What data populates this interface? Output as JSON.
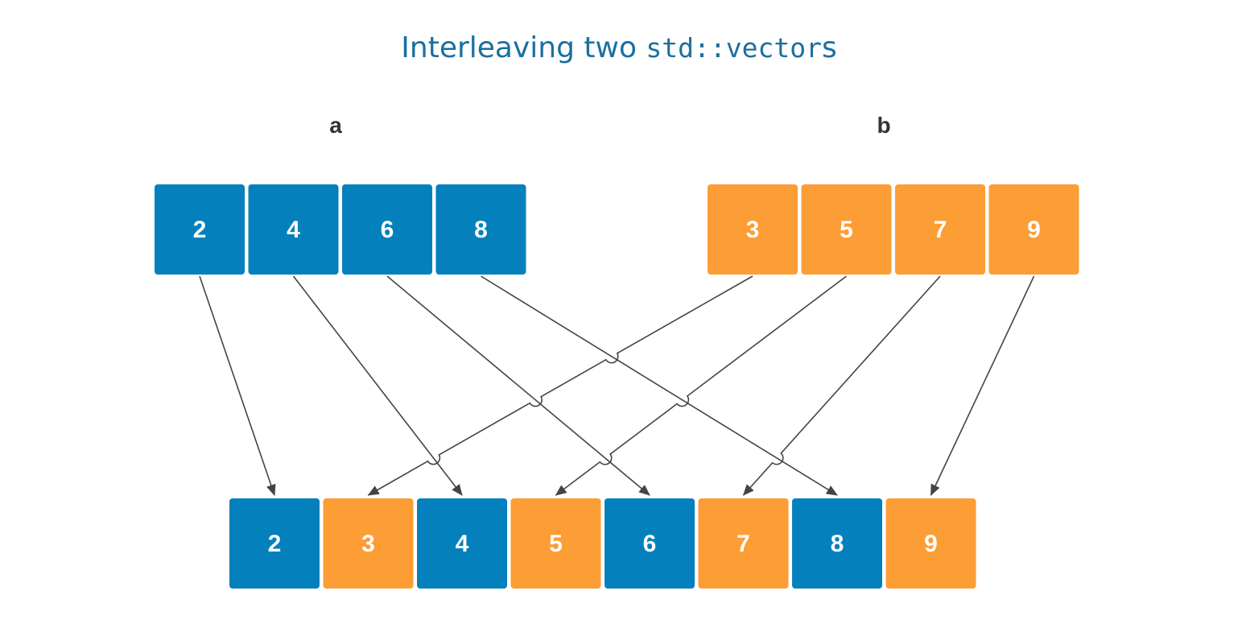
{
  "title": {
    "prefix": "Interleaving two ",
    "code": "std::vector",
    "suffix": "s"
  },
  "vectors": {
    "a": {
      "label": "a",
      "color": "#0480bd",
      "values": [
        "2",
        "4",
        "6",
        "8"
      ]
    },
    "b": {
      "label": "b",
      "color": "#fc9d35",
      "values": [
        "3",
        "5",
        "7",
        "9"
      ]
    }
  },
  "result": {
    "values": [
      "2",
      "3",
      "4",
      "5",
      "6",
      "7",
      "8",
      "9"
    ],
    "sources": [
      "a",
      "b",
      "a",
      "b",
      "a",
      "b",
      "a",
      "b"
    ]
  },
  "colors": {
    "a": "#0480bd",
    "b": "#fc9d35",
    "arrow": "#444444",
    "title": "#1a6f9f"
  }
}
